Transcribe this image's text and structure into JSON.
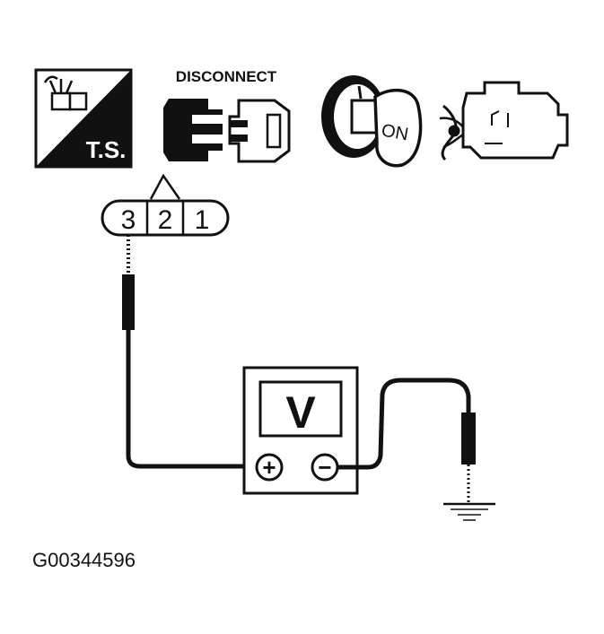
{
  "icons": {
    "ts_label": "T.S.",
    "disconnect_label": "DISCONNECT",
    "ignition_label": "ON"
  },
  "connector": {
    "pins": [
      "3",
      "2",
      "1"
    ]
  },
  "meter": {
    "symbol": "V",
    "positive": "+",
    "negative": "−"
  },
  "figure_id": "G00344596",
  "colors": {
    "ink": "#111111",
    "background": "#ffffff"
  }
}
